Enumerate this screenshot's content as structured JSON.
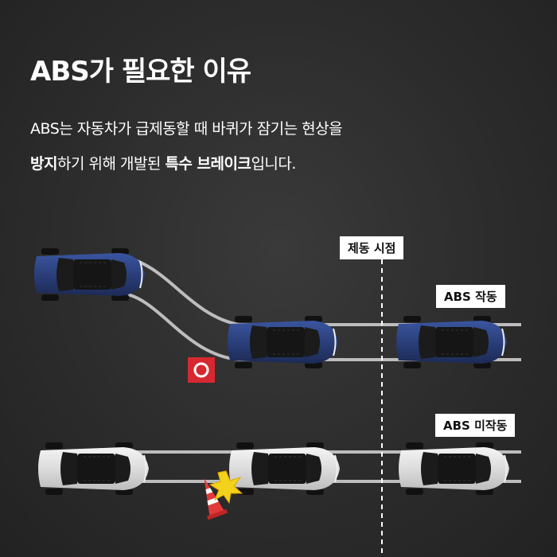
{
  "title": "ABS가 필요한 이유",
  "description": {
    "line1": "ABS는 자동차가 급제동할 때 바퀴가 잠기는 현상을",
    "line2_bold1": "방지",
    "line2_text1": "하기 위해 개발된 ",
    "line2_bold2": "특수 브레이크",
    "line2_text2": "입니다."
  },
  "labels": {
    "braking_point": "제동 시점",
    "abs_active": "ABS 작동",
    "abs_inactive": "ABS 미작동"
  },
  "colors": {
    "background": "#2c2c2c",
    "abs_car": "#2a3f7a",
    "non_abs_car": "#e4e4e4",
    "ok_marker": "#d62830"
  },
  "icons": {
    "success_marker": "circle-check-icon",
    "crash": "crash-burst-icon",
    "cone": "traffic-cone-icon"
  }
}
